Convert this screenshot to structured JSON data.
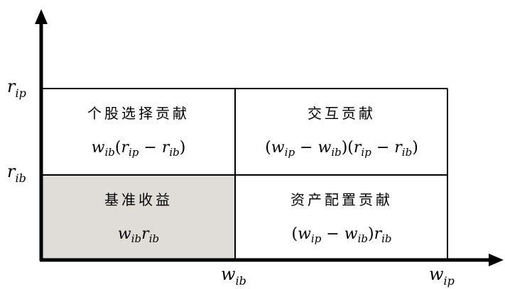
{
  "diagram": {
    "type": "performance-attribution-quadrant",
    "y_axis": {
      "labels": [
        {
          "id": "r_ip",
          "base": "r",
          "sub": "ip"
        },
        {
          "id": "r_ib",
          "base": "r",
          "sub": "ib"
        }
      ]
    },
    "x_axis": {
      "labels": [
        {
          "id": "w_ib",
          "base": "w",
          "sub": "ib"
        },
        {
          "id": "w_ip",
          "base": "w",
          "sub": "ip"
        }
      ]
    },
    "cells": {
      "stock_selection": {
        "title": "个股选择贡献",
        "formula": "w_ib(r_ip − r_ib)"
      },
      "interaction": {
        "title": "交互贡献",
        "formula": "(w_ip − w_ib)(r_ip − r_ib)"
      },
      "benchmark": {
        "title": "基准收益",
        "formula": "w_ib r_ib"
      },
      "allocation": {
        "title": "资产配置贡献",
        "formula": "(w_ip − w_ib) r_ib"
      }
    },
    "colors": {
      "benchmark_fill": "#e0dcd8",
      "line": "#000000"
    },
    "text": {
      "open_paren": "(",
      "close_paren": ")",
      "minus": " − "
    }
  }
}
